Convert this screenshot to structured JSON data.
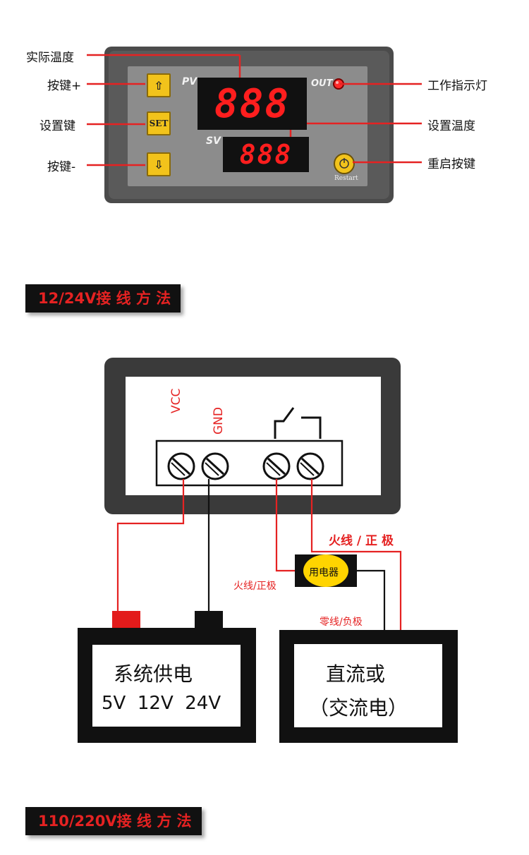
{
  "top_panel": {
    "pv_label": "PV",
    "sv_label": "SV",
    "out_label": "OUT",
    "pv_display": "888",
    "sv_display": "888",
    "set_key": "SET",
    "restart_label": "Restart"
  },
  "callouts": {
    "actual_temp": "实际温度",
    "key_plus": "按键+",
    "set_key": "设置键",
    "key_minus": "按键-",
    "indicator": "工作指示灯",
    "set_temp": "设置温度",
    "restart_key": "重启按键"
  },
  "sections": {
    "dc_wiring": "12/24V接 线 方 法",
    "ac_wiring": "110/220V接 线 方 法"
  },
  "wiring": {
    "vcc": "VCC",
    "gnd": "GND",
    "live_positive_right": "火线 / 正 极",
    "live_positive_left": "火线/正极",
    "load": "用电器",
    "neutral_negative": "零线/负极",
    "power_box_line1": "系统供电",
    "power_box_line2": "5V  12V  24V",
    "source_box_line1": "直流或",
    "source_box_line2": "（交流电）"
  },
  "colors": {
    "accent_red": "#e52222",
    "key_yellow": "#f2c31b",
    "panel_gray": "#8c8c8c",
    "frame_dark": "#3a3a3a"
  }
}
